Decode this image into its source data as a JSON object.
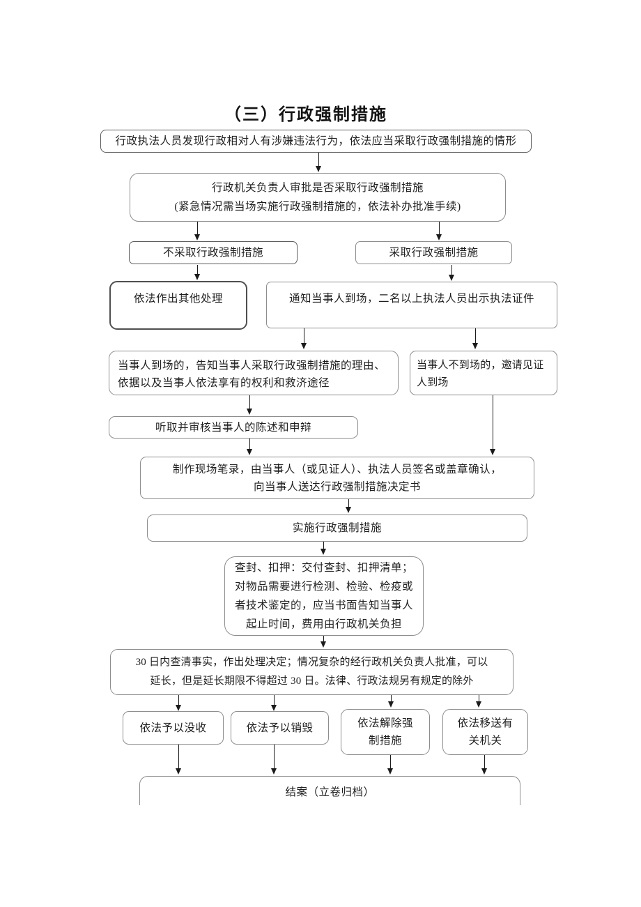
{
  "page": {
    "title": "（三）行政强制措施"
  },
  "colors": {
    "background": "#ffffff",
    "box_border": "#8d8d8d",
    "emphasis_border": "#4f4f4f",
    "text": "#1f1f1f",
    "arrow": "#1b1b1b"
  },
  "nodes": {
    "start": {
      "text": "行政执法人员发现行政相对人有涉嫌违法行为，依法应当采取行政强制措施的情形"
    },
    "approval": {
      "line1": "行政机关负责人审批是否采取行政强制措施",
      "line2": "(紧急情况需当场实施行政强制措施的，依法补办批准手续)"
    },
    "no_measures": {
      "text": "不采取行政强制措施"
    },
    "take_measures": {
      "text": "采取行政强制措施"
    },
    "other_handling": {
      "text": "依法作出其他处理"
    },
    "notify_party": {
      "text": "通知当事人到场，二名以上执法人员出示执法证件"
    },
    "party_present": {
      "line1": "当事人到场的，告知当事人采取行政强制措施的理由、",
      "line2": "依据以及当事人依法享有的权利和救济途径"
    },
    "party_absent": {
      "line1": "当事人不到场的，邀请见证",
      "line2": "人到场"
    },
    "hear_statement": {
      "text": "听取并审核当事人的陈述和申辩"
    },
    "site_record": {
      "line1": "制作现场笔录，由当事人（或见证人）、执法人员签名或盖章确认，",
      "line2": "向当事人送达行政强制措施决定书"
    },
    "implement": {
      "text": "实施行政强制措施"
    },
    "seizure": {
      "line1": "查封、扣押：交付查封、扣押清单；",
      "line2": "对物品需要进行检测、检验、检疫或",
      "line3": "者技术鉴定的，应当书面告知当事人",
      "line4": "起止时间，费用由行政机关负担"
    },
    "decision_30days": {
      "line1": "30 日内查清事实，作出处理决定；情况复杂的经行政机关负责人批准，可以",
      "line2": "延长，但是延长期限不得超过 30 日。法律、行政法规另有规定的除外"
    },
    "confiscate": {
      "text": "依法予以没收"
    },
    "destroy": {
      "text": "依法予以销毁"
    },
    "lift_measures": {
      "line1": "依法解除强",
      "line2": "制措施"
    },
    "transfer": {
      "line1": "依法移送有",
      "line2": "关机关"
    },
    "close_case": {
      "text": "结案（立卷归档）"
    }
  }
}
